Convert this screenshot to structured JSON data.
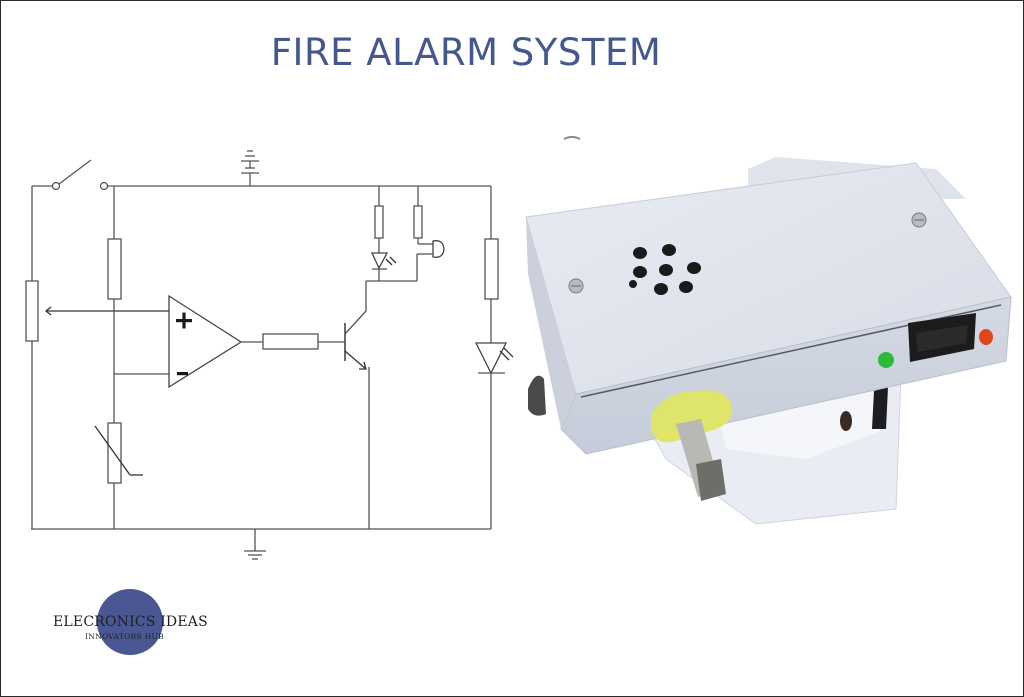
{
  "header": {
    "title": "FIRE ALARM SYSTEM"
  },
  "schematic": {
    "caption": "Fire alarm circuit schematic",
    "components": [
      {
        "type": "switch",
        "label": "power-switch"
      },
      {
        "type": "battery",
        "label": "battery"
      },
      {
        "type": "potentiometer",
        "label": "reference-potentiometer"
      },
      {
        "type": "resistor",
        "label": "divider-resistor"
      },
      {
        "type": "thermistor",
        "label": "thermistor-sensor"
      },
      {
        "type": "op-amp",
        "label": "comparator",
        "plus_symbol": "+",
        "minus_symbol": "−"
      },
      {
        "type": "resistor",
        "label": "base-resistor"
      },
      {
        "type": "transistor",
        "label": "npn-transistor"
      },
      {
        "type": "resistor",
        "label": "led-resistor"
      },
      {
        "type": "led",
        "label": "alarm-led"
      },
      {
        "type": "resistor",
        "label": "buzzer-resistor"
      },
      {
        "type": "buzzer",
        "label": "buzzer"
      },
      {
        "type": "resistor",
        "label": "power-led-resistor"
      },
      {
        "type": "led",
        "label": "power-led"
      },
      {
        "type": "ground",
        "label": "ground"
      }
    ],
    "colors": {
      "wire": "#555555",
      "symbol": "#333333"
    }
  },
  "photo": {
    "caption": "Assembled fire alarm device enclosure",
    "colors": {
      "enclosure": "#e4e7ee",
      "led_green": "#2dbb3a",
      "led_red": "#e0461c",
      "switch": "#1c1c1c",
      "glue": "#dfe46a"
    }
  },
  "logo": {
    "name": "ELECRONICS IDEAS",
    "tagline": "INNOVATORS HUB",
    "circle_color": "#4b5793"
  },
  "colors": {
    "title": "#44588f",
    "border": "#2b2b2b",
    "background": "#ffffff"
  }
}
